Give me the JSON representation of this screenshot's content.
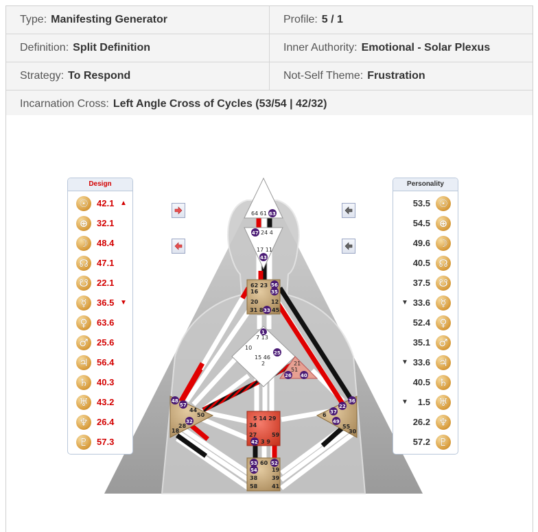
{
  "info": {
    "type_label": "Type:",
    "type_value": "Manifesting Generator",
    "profile_label": "Profile:",
    "profile_value": "5 / 1",
    "definition_label": "Definition:",
    "definition_value": "Split Definition",
    "authority_label": "Inner Authority:",
    "authority_value": "Emotional - Solar Plexus",
    "strategy_label": "Strategy:",
    "strategy_value": "To Respond",
    "notself_label": "Not-Self Theme:",
    "notself_value": "Frustration",
    "cross_label": "Incarnation Cross:",
    "cross_value": "Left Angle Cross of Cycles (53/54 | 42/32)"
  },
  "design": {
    "title": "Design",
    "color": "#d30000",
    "rows": [
      {
        "icon": "sun-icon",
        "glyph": "☉",
        "value": "42.1",
        "arrow": "▲"
      },
      {
        "icon": "earth-icon",
        "glyph": "⊕",
        "value": "32.1",
        "arrow": ""
      },
      {
        "icon": "moon-icon",
        "glyph": "☽",
        "value": "48.4",
        "arrow": ""
      },
      {
        "icon": "north-node-icon",
        "glyph": "☊",
        "value": "47.1",
        "arrow": ""
      },
      {
        "icon": "south-node-icon",
        "glyph": "☋",
        "value": "22.1",
        "arrow": ""
      },
      {
        "icon": "mercury-icon",
        "glyph": "☿",
        "value": "36.5",
        "arrow": "▼"
      },
      {
        "icon": "venus-icon",
        "glyph": "♀",
        "value": "63.6",
        "arrow": ""
      },
      {
        "icon": "mars-icon",
        "glyph": "♂",
        "value": "25.6",
        "arrow": ""
      },
      {
        "icon": "jupiter-icon",
        "glyph": "♃",
        "value": "56.4",
        "arrow": ""
      },
      {
        "icon": "saturn-icon",
        "glyph": "♄",
        "value": "40.3",
        "arrow": ""
      },
      {
        "icon": "uranus-icon",
        "glyph": "♅",
        "value": "43.2",
        "arrow": ""
      },
      {
        "icon": "neptune-icon",
        "glyph": "♆",
        "value": "26.4",
        "arrow": ""
      },
      {
        "icon": "pluto-icon",
        "glyph": "♇",
        "value": "57.3",
        "arrow": ""
      }
    ]
  },
  "personality": {
    "title": "Personality",
    "rows": [
      {
        "icon": "sun-icon",
        "glyph": "☉",
        "value": "53.5",
        "arrow": ""
      },
      {
        "icon": "earth-icon",
        "glyph": "⊕",
        "value": "54.5",
        "arrow": ""
      },
      {
        "icon": "moon-icon",
        "glyph": "☽",
        "value": "49.6",
        "arrow": ""
      },
      {
        "icon": "north-node-icon",
        "glyph": "☊",
        "value": "40.5",
        "arrow": ""
      },
      {
        "icon": "south-node-icon",
        "glyph": "☋",
        "value": "37.5",
        "arrow": ""
      },
      {
        "icon": "mercury-icon",
        "glyph": "☿",
        "value": "33.6",
        "arrow": "▼"
      },
      {
        "icon": "venus-icon",
        "glyph": "♀",
        "value": "52.4",
        "arrow": ""
      },
      {
        "icon": "mars-icon",
        "glyph": "♂",
        "value": "35.1",
        "arrow": ""
      },
      {
        "icon": "jupiter-icon",
        "glyph": "♃",
        "value": "33.6",
        "arrow": "▼"
      },
      {
        "icon": "saturn-icon",
        "glyph": "♄",
        "value": "40.5",
        "arrow": ""
      },
      {
        "icon": "uranus-icon",
        "glyph": "♅",
        "value": "1.5",
        "arrow": "▼"
      },
      {
        "icon": "neptune-icon",
        "glyph": "♆",
        "value": "26.2",
        "arrow": ""
      },
      {
        "icon": "pluto-icon",
        "glyph": "♇",
        "value": "57.2",
        "arrow": ""
      }
    ]
  },
  "bodygraph": {
    "head_gates": [
      "64",
      "61",
      "63"
    ],
    "ajna_gates": [
      "47",
      "24",
      "4",
      "17",
      "11",
      "43"
    ],
    "throat_gates": [
      "62",
      "23",
      "56",
      "16",
      "35",
      "20",
      "12",
      "31",
      "8",
      "33",
      "45"
    ],
    "g_gates": [
      "1",
      "7",
      "13",
      "10",
      "25",
      "15",
      "46",
      "2"
    ],
    "heart_gates": [
      "21",
      "51",
      "26",
      "40"
    ],
    "spleen_gates": [
      "48",
      "57",
      "44",
      "50",
      "32",
      "28",
      "18"
    ],
    "solar_gates": [
      "36",
      "22",
      "37",
      "6",
      "49",
      "55",
      "30"
    ],
    "sacral_gates": [
      "5",
      "14",
      "29",
      "34",
      "27",
      "59",
      "42",
      "3",
      "9"
    ],
    "root_gates": [
      "53",
      "60",
      "52",
      "54",
      "19",
      "38",
      "39",
      "58",
      "41"
    ],
    "colors": {
      "design": "#e00000",
      "personality": "#111111",
      "defined_center": "#c9a877",
      "sacral_defined": "#e5533f"
    }
  },
  "nav": {
    "design_next": "design-next-arrow-icon",
    "design_prev": "design-prev-arrow-icon",
    "personality_prev": "personality-prev-arrow-icon",
    "personality_next": "personality-next-arrow-icon"
  }
}
